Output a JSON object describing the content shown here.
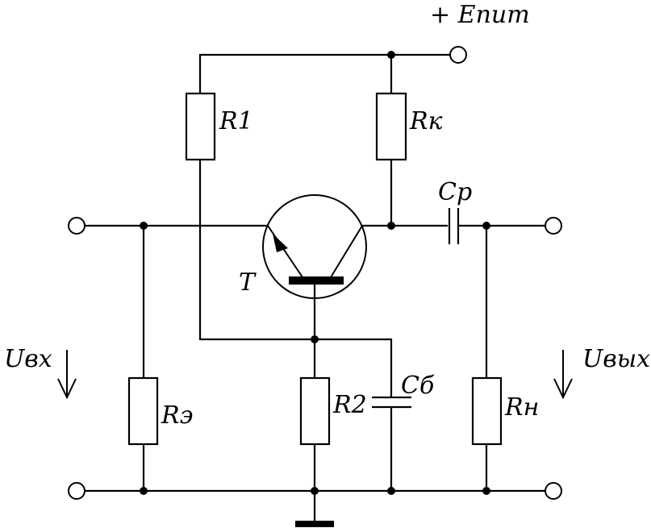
{
  "diagram": {
    "type": "circuit-schematic",
    "title": "Common-base transistor amplifier stage",
    "colors": {
      "line": "#000000",
      "background": "#ffffff"
    },
    "labels": {
      "supply": "+ Eпит",
      "r1": "R1",
      "rk": "Rк",
      "transistor": "T",
      "cp": "Cp",
      "u_in": "Uвх",
      "re": "Rэ",
      "r2": "R2",
      "cb": "Cб",
      "rn": "Rн",
      "u_out": "Uвых"
    },
    "components": [
      {
        "id": "R1",
        "kind": "resistor",
        "connects": [
          "supply-rail",
          "base-node"
        ]
      },
      {
        "id": "Rк",
        "kind": "resistor",
        "connects": [
          "supply-rail",
          "collector-node"
        ]
      },
      {
        "id": "T",
        "kind": "bipolar-transistor",
        "terminals": {
          "emitter": "input-node",
          "collector": "collector-node",
          "base": "base-node"
        }
      },
      {
        "id": "Cp",
        "kind": "capacitor",
        "connects": [
          "collector-node",
          "output-node"
        ]
      },
      {
        "id": "Rэ",
        "kind": "resistor",
        "connects": [
          "input-node",
          "ground"
        ]
      },
      {
        "id": "R2",
        "kind": "resistor",
        "connects": [
          "base-node",
          "ground"
        ]
      },
      {
        "id": "Cб",
        "kind": "capacitor",
        "connects": [
          "base-node",
          "ground"
        ]
      },
      {
        "id": "Rн",
        "kind": "resistor",
        "connects": [
          "output-node",
          "ground"
        ]
      }
    ],
    "terminals": [
      "supply",
      "input",
      "output",
      "input-ground",
      "output-ground"
    ]
  }
}
